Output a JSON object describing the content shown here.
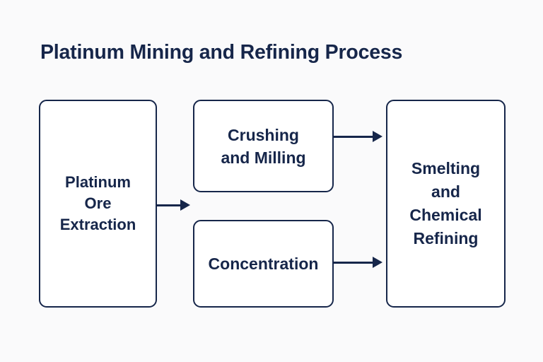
{
  "diagram": {
    "title": "Platinum Mining and Refining Process",
    "type": "flowchart",
    "background_color": "#fafafb",
    "node_fill_color": "#ffffff",
    "stroke_color": "#16264a",
    "text_color": "#16264a",
    "nodes": [
      {
        "id": "ore-extraction",
        "label": "Platinum\nOre\nExtraction",
        "stage": 1
      },
      {
        "id": "crushing-milling",
        "label": "Crushing\nand Milling",
        "stage": 2
      },
      {
        "id": "concentration",
        "label": "Concentration",
        "stage": 2
      },
      {
        "id": "smelting-refining",
        "label": "Smelting\nand\nChemical\nRefining",
        "stage": 3
      }
    ],
    "edges": [
      {
        "id": "ore-to-stage2",
        "from": "ore-extraction",
        "to": "crushing-milling",
        "arrow": "right"
      },
      {
        "id": "crushing-to-smelting",
        "from": "crushing-milling",
        "to": "smelting-refining",
        "arrow": "right"
      },
      {
        "id": "concentration-to-smelting",
        "from": "concentration",
        "to": "smelting-refining",
        "arrow": "right"
      }
    ]
  }
}
